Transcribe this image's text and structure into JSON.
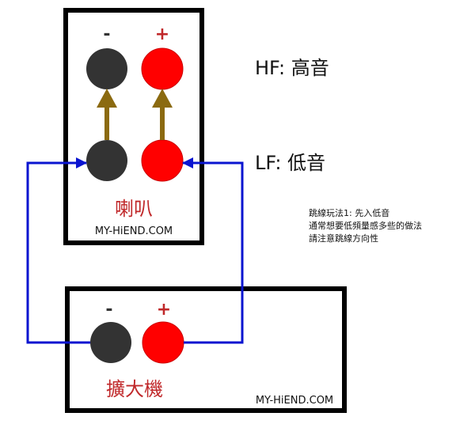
{
  "speaker": {
    "minus_label": "-",
    "plus_label": "+",
    "name": "喇叭",
    "brand": "MY-HiEND.COM"
  },
  "amplifier": {
    "minus_label": "-",
    "plus_label": "+",
    "name": "擴大機",
    "brand": "MY-HiEND.COM"
  },
  "labels": {
    "hf": "HF: 高音",
    "lf": "LF: 低音"
  },
  "notes": [
    "跳線玩法1: 先入低音",
    "通常想要低頻量感多些的做法",
    "請注意跳線方向性"
  ],
  "colors": {
    "negative": "#333333",
    "positive": "#ff0000",
    "jumper": "#8b6a10",
    "cable": "#0a14d0",
    "name_text": "#c0282a"
  }
}
